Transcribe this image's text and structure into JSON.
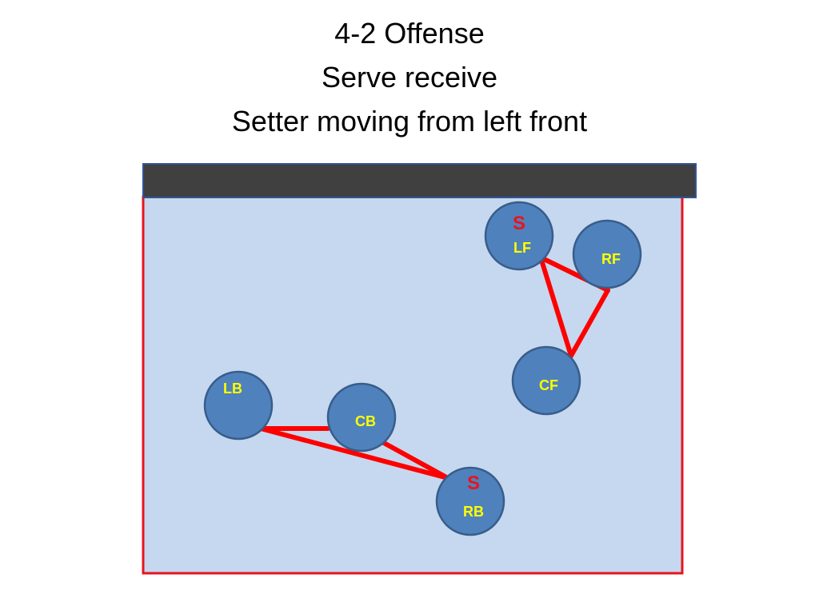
{
  "title": {
    "line1": "4-2 Offense",
    "line2": "Serve receive",
    "line3": "Setter moving from left front"
  },
  "colors": {
    "court_fill": "#c5d8ef",
    "court_border": "#e8141c",
    "net_fill": "#404040",
    "net_border": "#2f5597",
    "player_fill": "#4f81bd",
    "player_border": "#385d8a",
    "player_label": "#ffff00",
    "setter_label": "#e8141c",
    "link_line": "#ff0000"
  },
  "players": [
    {
      "id": "lf",
      "label": "LF",
      "setter_mark": "S"
    },
    {
      "id": "rf",
      "label": "RF",
      "setter_mark": ""
    },
    {
      "id": "cf",
      "label": "CF",
      "setter_mark": ""
    },
    {
      "id": "lb",
      "label": "LB",
      "setter_mark": ""
    },
    {
      "id": "cb",
      "label": "CB",
      "setter_mark": ""
    },
    {
      "id": "rb",
      "label": "RB",
      "setter_mark": "S"
    }
  ]
}
